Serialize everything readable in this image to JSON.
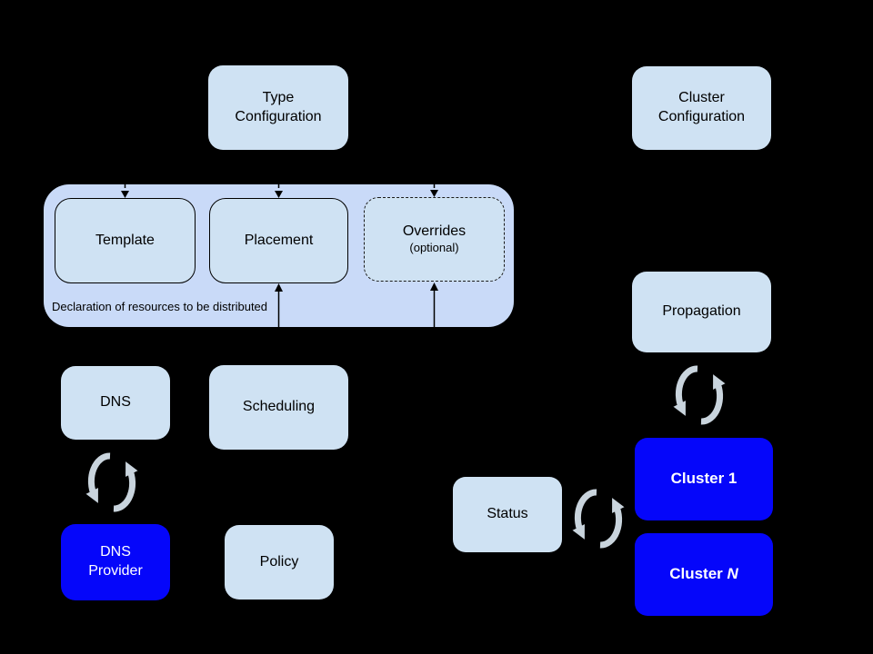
{
  "diagram": {
    "canvas_bg": "#000000",
    "colors": {
      "node_fill": "#cfe2f3",
      "container_fill": "#c9daf8",
      "accent_blue": "#0506fa",
      "text_dark": "#000000",
      "text_light": "#ffffff",
      "sync_arrow": "#c9d4dd",
      "connector": "#000000"
    },
    "nodes": {
      "type_configuration": {
        "label": "Type\nConfiguration"
      },
      "cluster_configuration": {
        "label": "Cluster\nConfiguration"
      },
      "template": {
        "label": "Template"
      },
      "placement": {
        "label": "Placement"
      },
      "overrides": {
        "label": "Overrides",
        "sublabel": "(optional)"
      },
      "dns": {
        "label": "DNS"
      },
      "scheduling": {
        "label": "Scheduling"
      },
      "dns_provider": {
        "label": "DNS\nProvider"
      },
      "policy": {
        "label": "Policy"
      },
      "propagation": {
        "label": "Propagation"
      },
      "status": {
        "label": "Status"
      },
      "cluster_1": {
        "label": "Cluster 1"
      },
      "cluster_n": {
        "prefix": "Cluster ",
        "suffix": "N"
      }
    },
    "container": {
      "caption": "Declaration of resources to be distributed"
    },
    "icons": {
      "sync": "circular-sync-arrows"
    }
  }
}
